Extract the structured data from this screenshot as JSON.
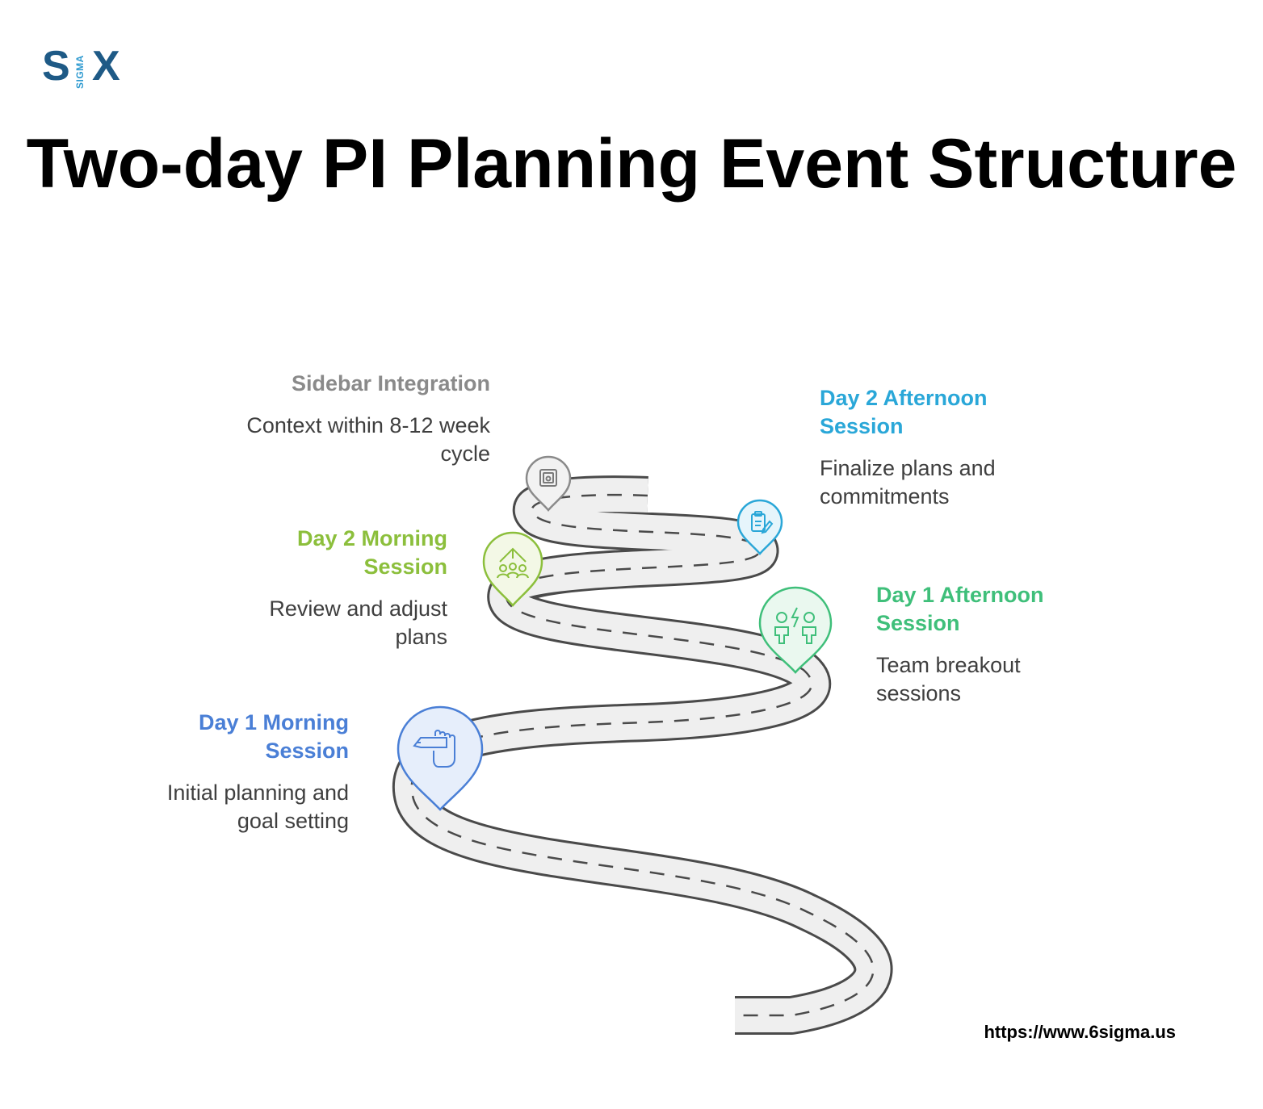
{
  "brand": {
    "logo_s": "S",
    "logo_sigma": "SIGMA",
    "logo_x": "X"
  },
  "title": "Two-day PI Planning Event Structure",
  "stages": [
    {
      "heading": "Sidebar Integration",
      "description": "Context within 8-12 week cycle",
      "color": "#8a8a8a",
      "icon": "calendar-lock-icon"
    },
    {
      "heading": "Day 2 Afternoon Session",
      "description": "Finalize plans and commitments",
      "color": "#2aa7d8",
      "icon": "clipboard-edit-icon"
    },
    {
      "heading": "Day 2 Morning Session",
      "description": "Review and adjust plans",
      "color": "#8cbf3c",
      "icon": "team-growth-icon"
    },
    {
      "heading": "Day 1 Afternoon Session",
      "description": "Team breakout sessions",
      "color": "#3fbf7a",
      "icon": "people-collaboration-icon"
    },
    {
      "heading": "Day 1 Morning Session",
      "description": "Initial planning and goal setting",
      "color": "#4a7fd6",
      "icon": "hand-holding-pen-icon"
    }
  ],
  "footer": {
    "url": "https://www.6sigma.us"
  }
}
